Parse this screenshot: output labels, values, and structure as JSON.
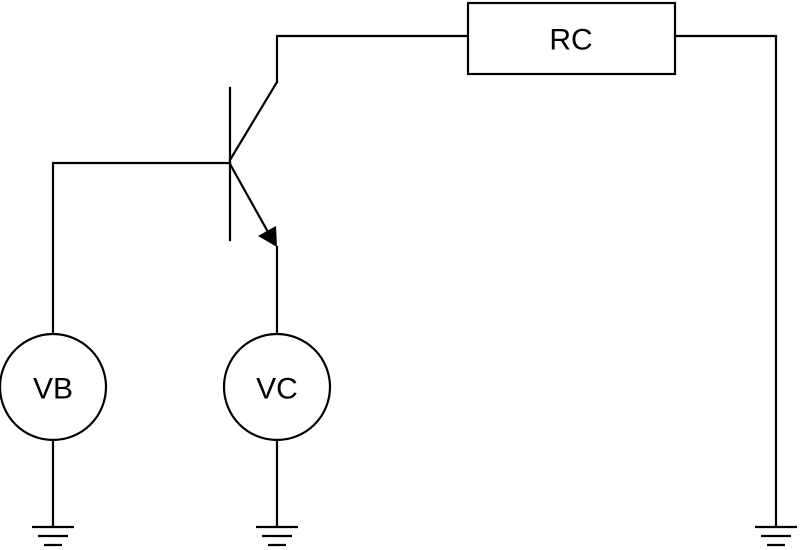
{
  "diagram": {
    "components": {
      "resistor": {
        "label": "RC"
      },
      "base_source": {
        "label": "VB"
      },
      "collector_source": {
        "label": "VC"
      }
    },
    "colors": {
      "stroke": "#000000",
      "background": "#ffffff"
    }
  }
}
